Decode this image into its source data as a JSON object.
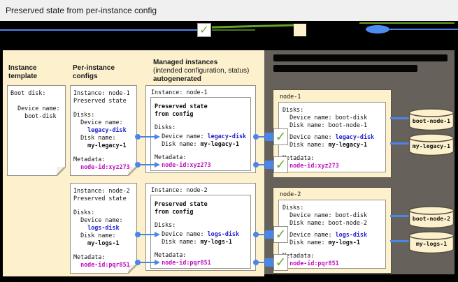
{
  "title_bar": {
    "title": "Preserved state from per-instance config"
  },
  "legend": {
    "check_icon": "✓"
  },
  "column_headers": {
    "template": {
      "l1": "Instance",
      "l2": "template"
    },
    "configs": {
      "l1": "Per-instance",
      "l2": "configs"
    },
    "managed": {
      "l1": "Managed instances",
      "l2": "(intended configuration, status)",
      "l3": "autogenerated"
    }
  },
  "template_card": {
    "l1": "Boot disk:",
    "l2": "  Device name:",
    "l3": "    boot-disk"
  },
  "config_cards": [
    {
      "instance": "Instance: node-1",
      "preserved": "Preserved state",
      "disks": "Disks:",
      "device_label": "  Device name:",
      "device_value": "    legacy-disk",
      "disk_label": "  Disk name:",
      "disk_value": "    my-legacy-1",
      "metadata": "Metadata:",
      "node_id": "  node-id:xyz273"
    },
    {
      "instance": "Instance: node-2",
      "preserved": "Preserved state",
      "disks": "Disks:",
      "device_label": "  Device name:",
      "device_value": "    logs-disk",
      "disk_label": "  Disk name:",
      "disk_value": "    my-logs-1",
      "metadata": "Metadata:",
      "node_id": "  node-id:pqr851"
    }
  ],
  "managed_cards": [
    {
      "title": "Instance: node-1",
      "preserved1": "Preserved state",
      "preserved2": "from config",
      "disks": "Disks:",
      "device_label": "  Device name: ",
      "device_value": "legacy-disk",
      "disk_label": "  Disk name: ",
      "disk_value": "my-legacy-1",
      "metadata": "Metadata:",
      "indent": "  ",
      "node_id": "node-id:xyz273"
    },
    {
      "title": "Instance: node-2",
      "preserved1": "Preserved state",
      "preserved2": "from config",
      "disks": "Disks:",
      "device_label": "  Device name: ",
      "device_value": "logs-disk",
      "disk_label": "  Disk name: ",
      "disk_value": "my-logs-1",
      "metadata": "Metadata:",
      "indent": "  ",
      "node_id": "node-id:pqr851"
    }
  ],
  "node_cards": [
    {
      "title": "node-1",
      "disks": "Disks:",
      "boot_device": "  Device name: boot-disk",
      "boot_disk": "  Disk name: boot-node-1",
      "device_label": "  Device name: ",
      "device_value": "legacy-disk",
      "disk_label": "  Disk name: ",
      "disk_value": "my-legacy-1",
      "metadata": "Metadata:",
      "indent": "  ",
      "node_id": "node-id:xyz273"
    },
    {
      "title": "node-2",
      "disks": "Disks:",
      "boot_device": "  Device name: boot-disk",
      "boot_disk": "  Disk name: boot-node-2",
      "device_label": "  Device name: ",
      "device_value": "logs-disk",
      "disk_label": "  Disk name: ",
      "disk_value": "my-logs-1",
      "metadata": "Metadata:",
      "indent": "  ",
      "node_id": "node-id:pqr851"
    }
  ],
  "disks": {
    "row1": [
      "boot-node-1",
      "my-legacy-1"
    ],
    "row2": [
      "boot-node-2",
      "my-logs-1"
    ]
  },
  "colors": {
    "cream": "#fcf0cd",
    "panel_gray": "#66625b",
    "code_blue": "#2222cc",
    "code_magenta": "#bf10bf",
    "connector_blue": "#4a86e8",
    "check_green": "#6fa82e"
  }
}
